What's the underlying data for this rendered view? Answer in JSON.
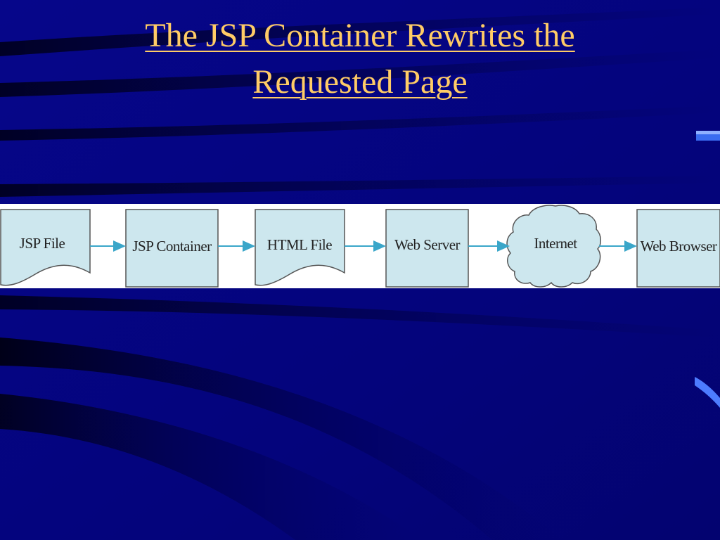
{
  "slide": {
    "title_line1": "The JSP Container Rewrites the",
    "title_line2": "Requested Page"
  },
  "diagram": {
    "nodes": [
      {
        "label": "JSP File",
        "shape": "document"
      },
      {
        "label": "JSP Container",
        "shape": "rectangle"
      },
      {
        "label": "HTML File",
        "shape": "document"
      },
      {
        "label": "Web Server",
        "shape": "rectangle"
      },
      {
        "label": "Internet",
        "shape": "cloud"
      },
      {
        "label": "Web Browser",
        "shape": "rectangle"
      }
    ],
    "arrow_count": 5
  },
  "colors": {
    "background": "#03037a",
    "title": "#ffcc66",
    "node_fill": "#cde7ee",
    "node_stroke": "#555555",
    "arrow": "#3aa6c9"
  }
}
